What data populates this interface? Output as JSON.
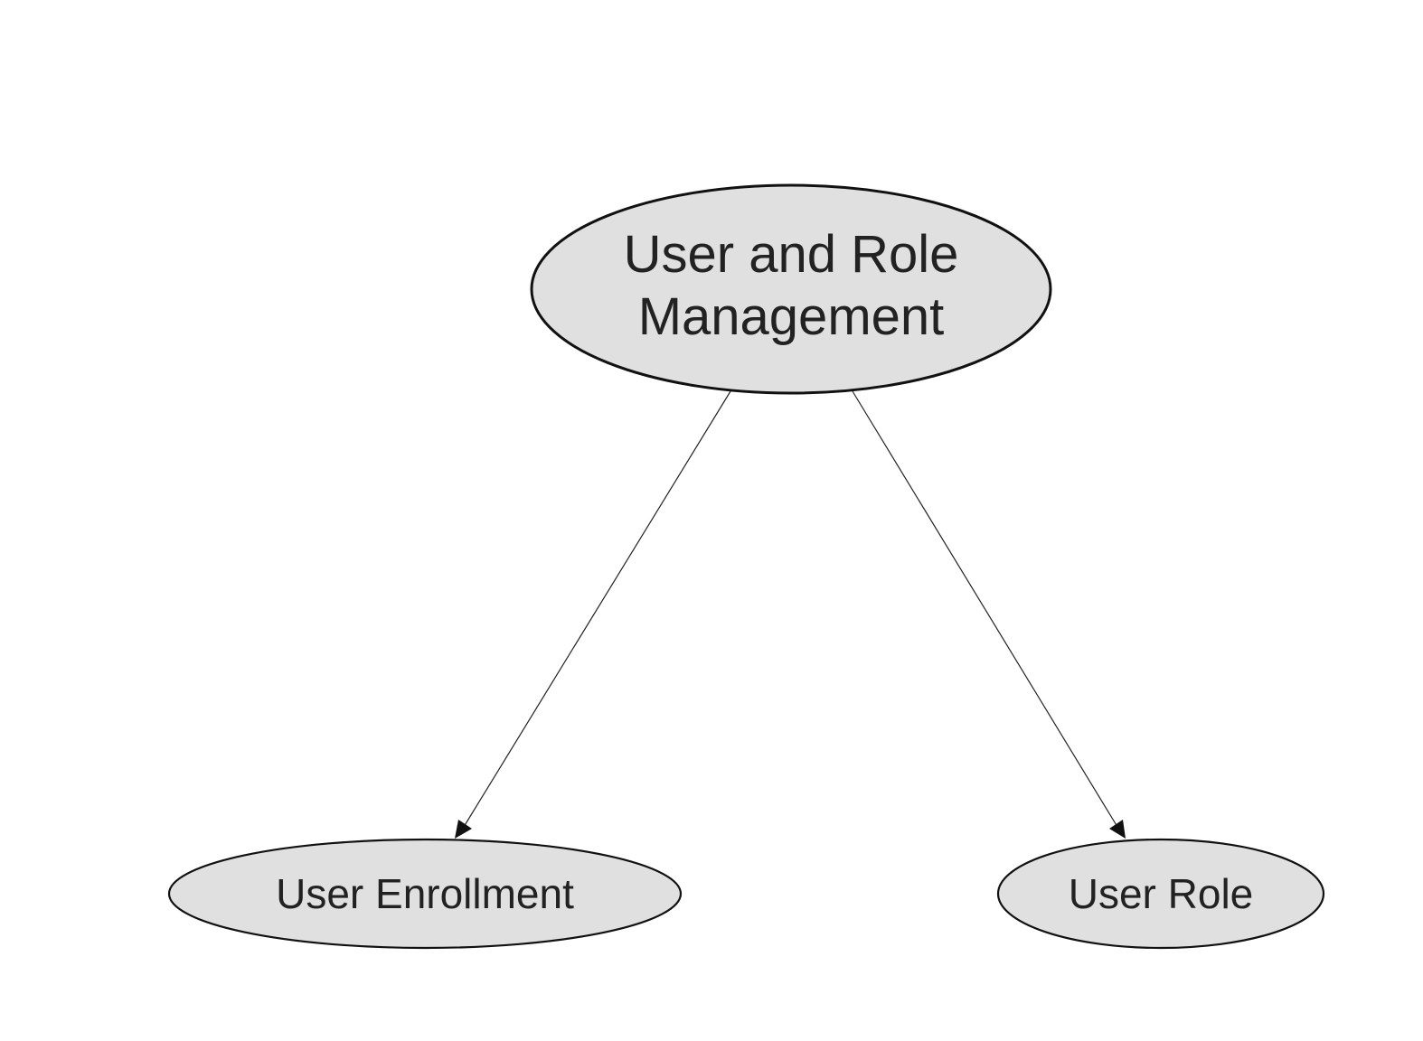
{
  "diagram": {
    "type": "hierarchy",
    "colors": {
      "node_fill": "#e0e0e0",
      "node_stroke": "#111111",
      "edge": "#222222",
      "text": "#222222",
      "background": "#ffffff"
    },
    "root": {
      "label_line1": "User and Role",
      "label_line2": "Management"
    },
    "children": [
      {
        "label": "User Enrollment"
      },
      {
        "label": "User Role"
      }
    ],
    "edges": [
      {
        "from": "User and Role Management",
        "to": "User Enrollment"
      },
      {
        "from": "User and Role Management",
        "to": "User Role"
      }
    ]
  }
}
